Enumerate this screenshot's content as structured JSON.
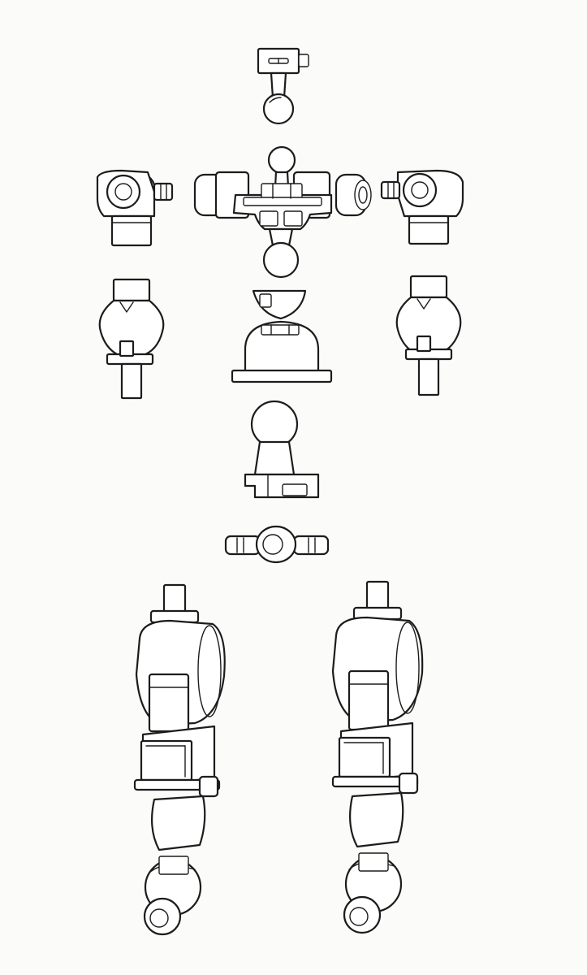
{
  "diagram": {
    "kind": "line-art exploded parts sheet",
    "text_labels": [],
    "colors": {
      "paper": "#fbfbf9",
      "ink": "#1c1c1c",
      "fill": "#ffffff"
    },
    "parts": [
      {
        "id": "neck-joint",
        "icon": "ball-joint-icon"
      },
      {
        "id": "torso-frame",
        "icon": "frame-icon"
      },
      {
        "id": "left-shoulder",
        "icon": "shoulder-joint-icon"
      },
      {
        "id": "right-shoulder",
        "icon": "shoulder-joint-icon"
      },
      {
        "id": "left-elbow",
        "icon": "elbow-joint-icon"
      },
      {
        "id": "waist-housing",
        "icon": "housing-icon"
      },
      {
        "id": "right-elbow",
        "icon": "elbow-joint-icon"
      },
      {
        "id": "abdomen-joint",
        "icon": "ball-joint-icon"
      },
      {
        "id": "hip-connector",
        "icon": "connector-icon"
      },
      {
        "id": "left-leg",
        "icon": "leg-frame-icon"
      },
      {
        "id": "right-leg",
        "icon": "leg-frame-icon"
      }
    ]
  }
}
